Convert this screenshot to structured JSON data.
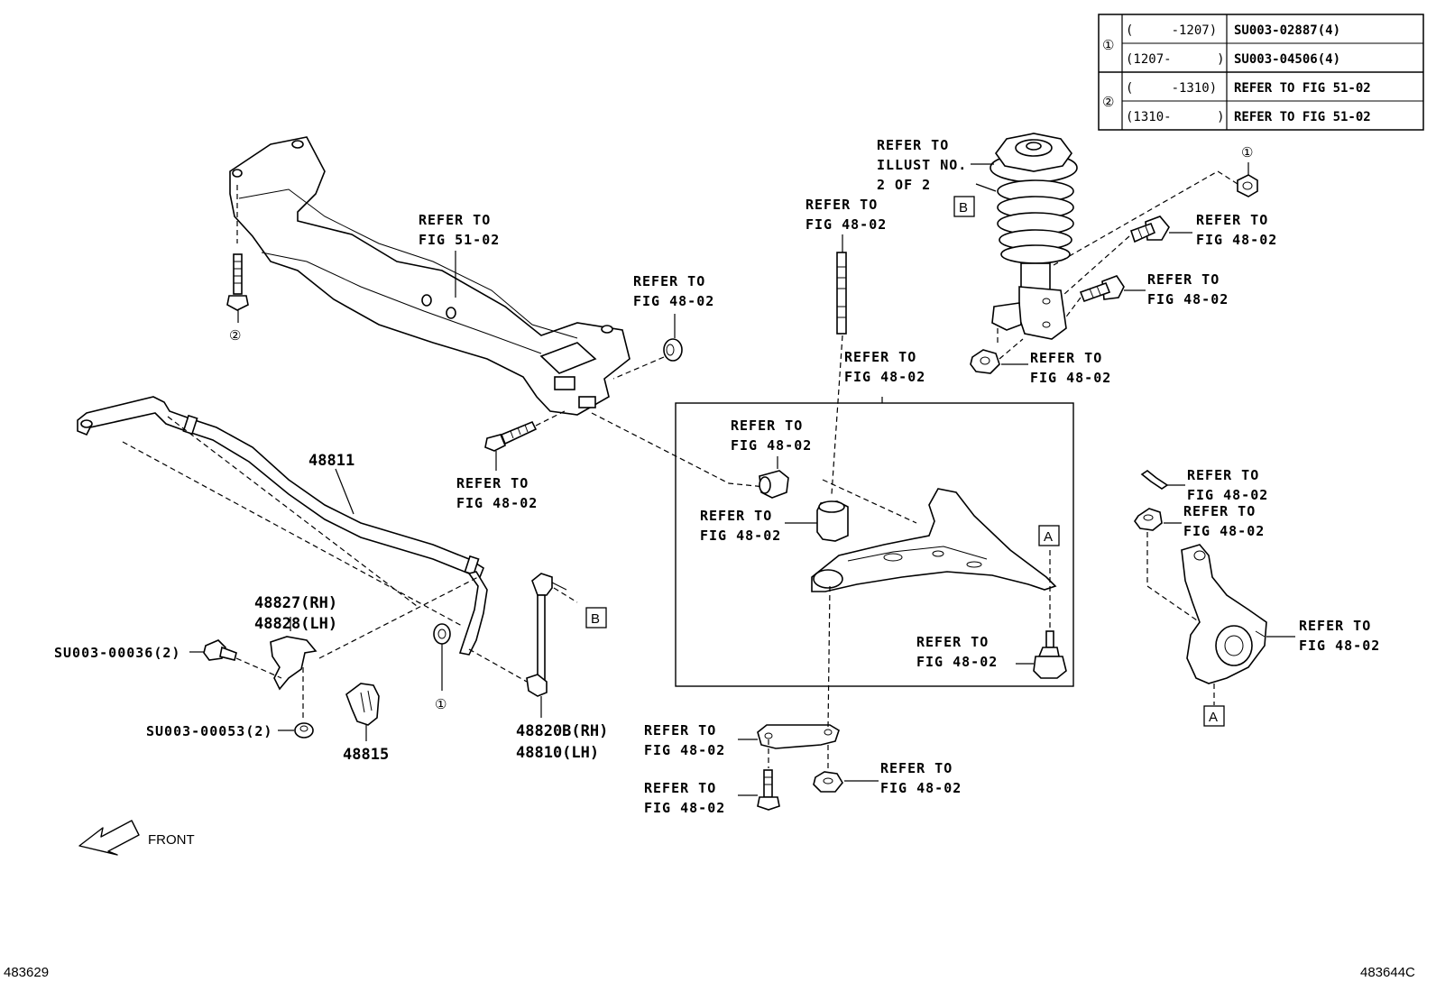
{
  "table": {
    "rows": [
      {
        "marker": "①",
        "range": "(     -1207)",
        "part": "SU003-02887(4)"
      },
      {
        "marker": "",
        "range": "(1207-      )",
        "part": "SU003-04506(4)"
      },
      {
        "marker": "②",
        "range": "(     -1310)",
        "part": "REFER TO FIG 51-02"
      },
      {
        "marker": "",
        "range": "(1310-      )",
        "part": "REFER TO FIG 51-02"
      }
    ]
  },
  "callouts": {
    "refer_to": "REFER TO",
    "fig_48_02": "FIG 48-02",
    "fig_51_02": "FIG 51-02",
    "illust_line1": "REFER TO",
    "illust_line2": "ILLUST NO.",
    "illust_line3": "2 OF 2"
  },
  "parts": {
    "stabilizer_bar": "48811",
    "bracket_rh": "48827(RH)",
    "bracket_lh": "48828(LH)",
    "bolt_36": "SU003-00036(2)",
    "nut_53": "SU003-00053(2)",
    "bushing": "48815",
    "link_rh": "48820B(RH)",
    "link_lh": "48810(LH)"
  },
  "markers": {
    "circle_1": "①",
    "circle_2": "②",
    "box_a": "A",
    "box_b": "B"
  },
  "front_label": "FRONT",
  "footer": {
    "left_code": "483629",
    "right_code": "483644C"
  }
}
